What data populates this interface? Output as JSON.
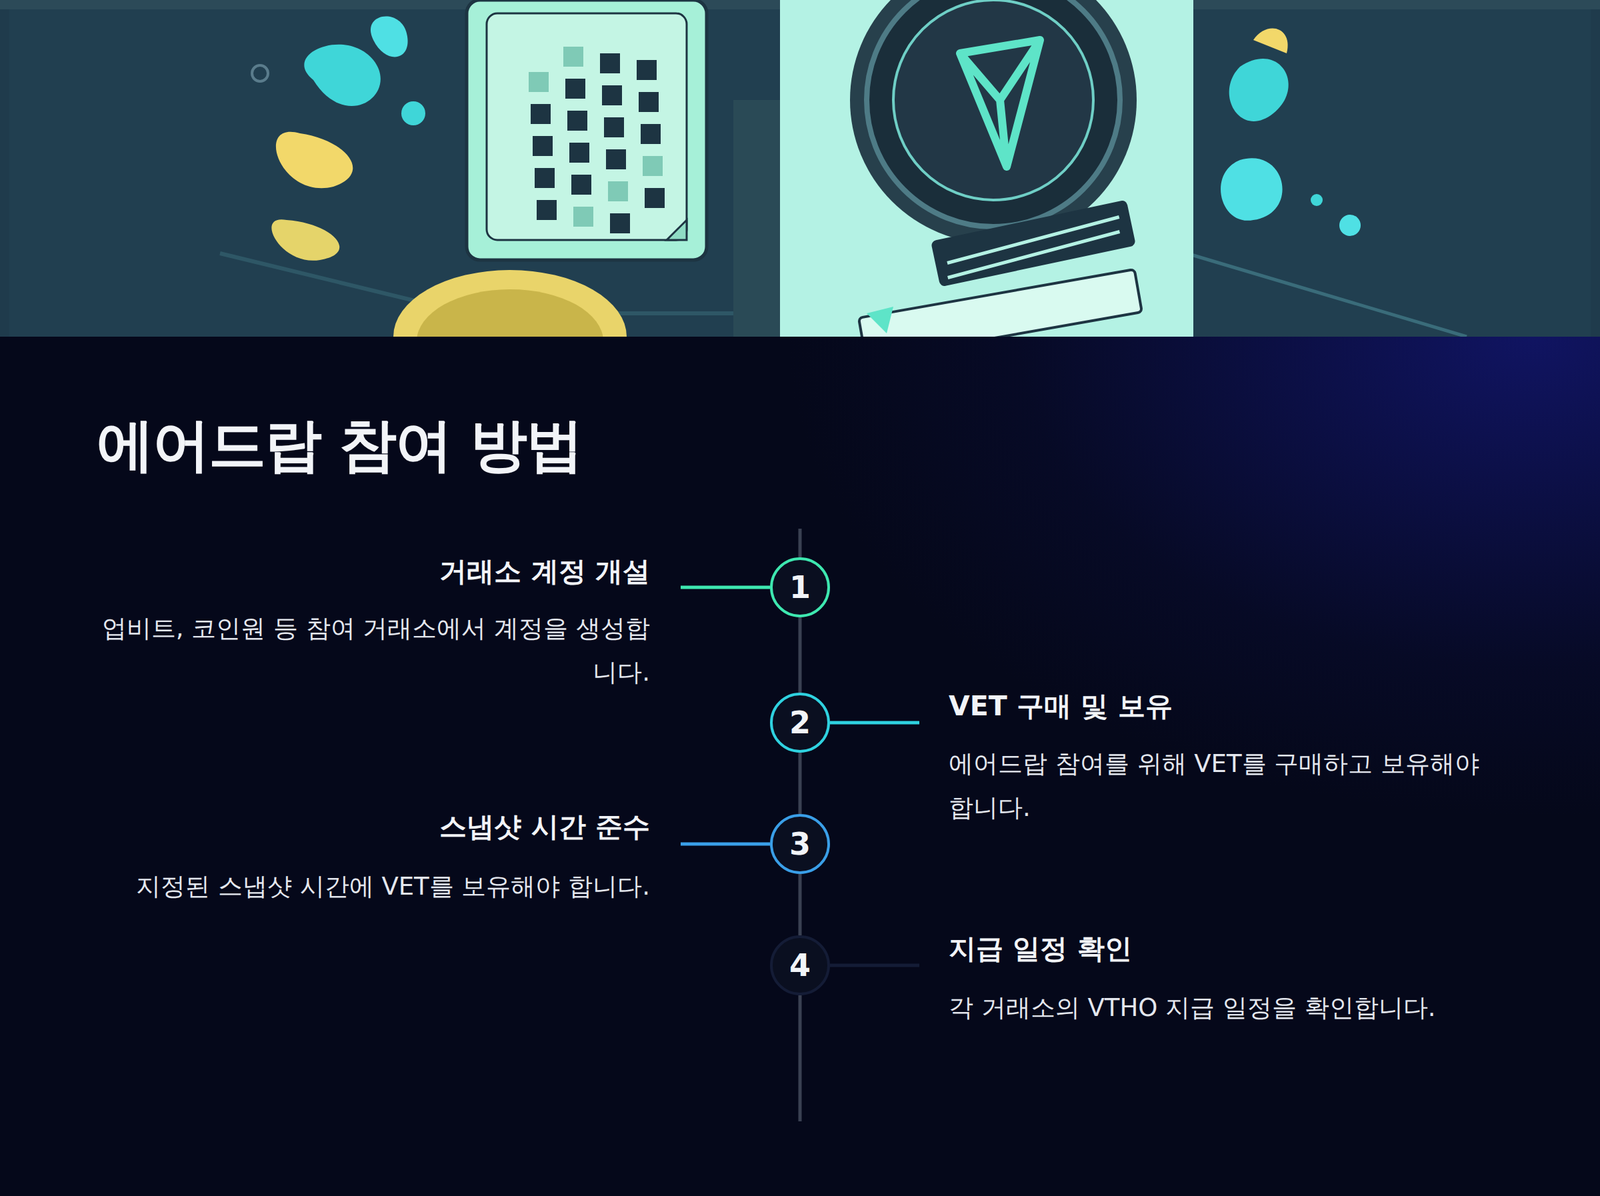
{
  "diagram": {
    "title": "에어드랍 참여 방법",
    "nodes": [
      {
        "text": [
          "1"
        ]
      },
      {
        "text": [
          "2"
        ]
      },
      {
        "text": [
          "3"
        ]
      },
      {
        "text": [
          "4"
        ]
      }
    ],
    "edges": [
      {
        "from": 0,
        "to": 1,
        "arrow": "none"
      },
      {
        "from": 1,
        "to": 2,
        "arrow": "none"
      },
      {
        "from": 2,
        "to": 3,
        "arrow": "none"
      }
    ],
    "labels": [
      "거래소 계정 개설",
      "업비트, 코인원 등 참여 거래소에서 계정을 생성합니다.",
      "VET 구매 및 보유",
      "에어드랍 참여를 위해 VET를 구매하고 보유해야 합니다.",
      "스냅샷 시간 준수",
      "지정된 스냅샷 시간에 VET를 보유해야 합니다.",
      "지급 일정 확인",
      "각 거래소의 VTHO 지급 일정을 확인합니다."
    ]
  }
}
